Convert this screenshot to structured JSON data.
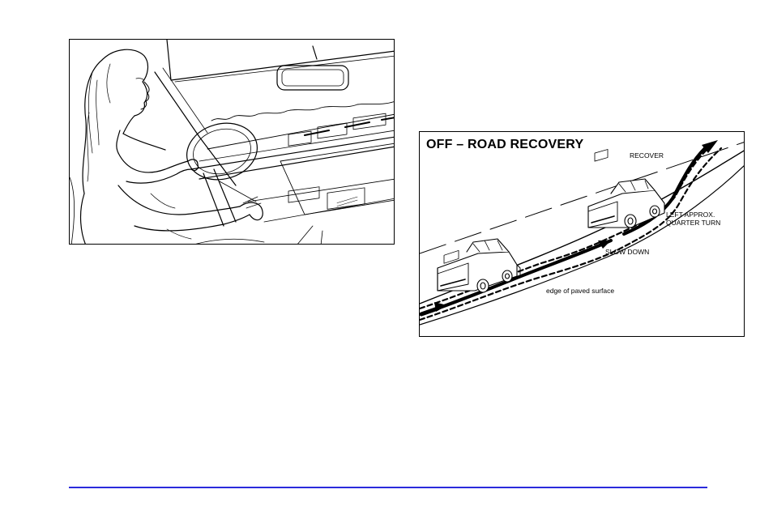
{
  "recovery_diagram": {
    "title": "OFF – ROAD RECOVERY",
    "labels": {
      "recover": "RECOVER",
      "left_approx": "LEFT APPROX.",
      "quarter_turn": "QUARTER TURN",
      "slow_down": "SLOW DOWN",
      "edge": "edge of paved surface"
    }
  },
  "colors": {
    "footer_rule": "#2a2adc",
    "ink": "#000000",
    "paper": "#ffffff"
  }
}
